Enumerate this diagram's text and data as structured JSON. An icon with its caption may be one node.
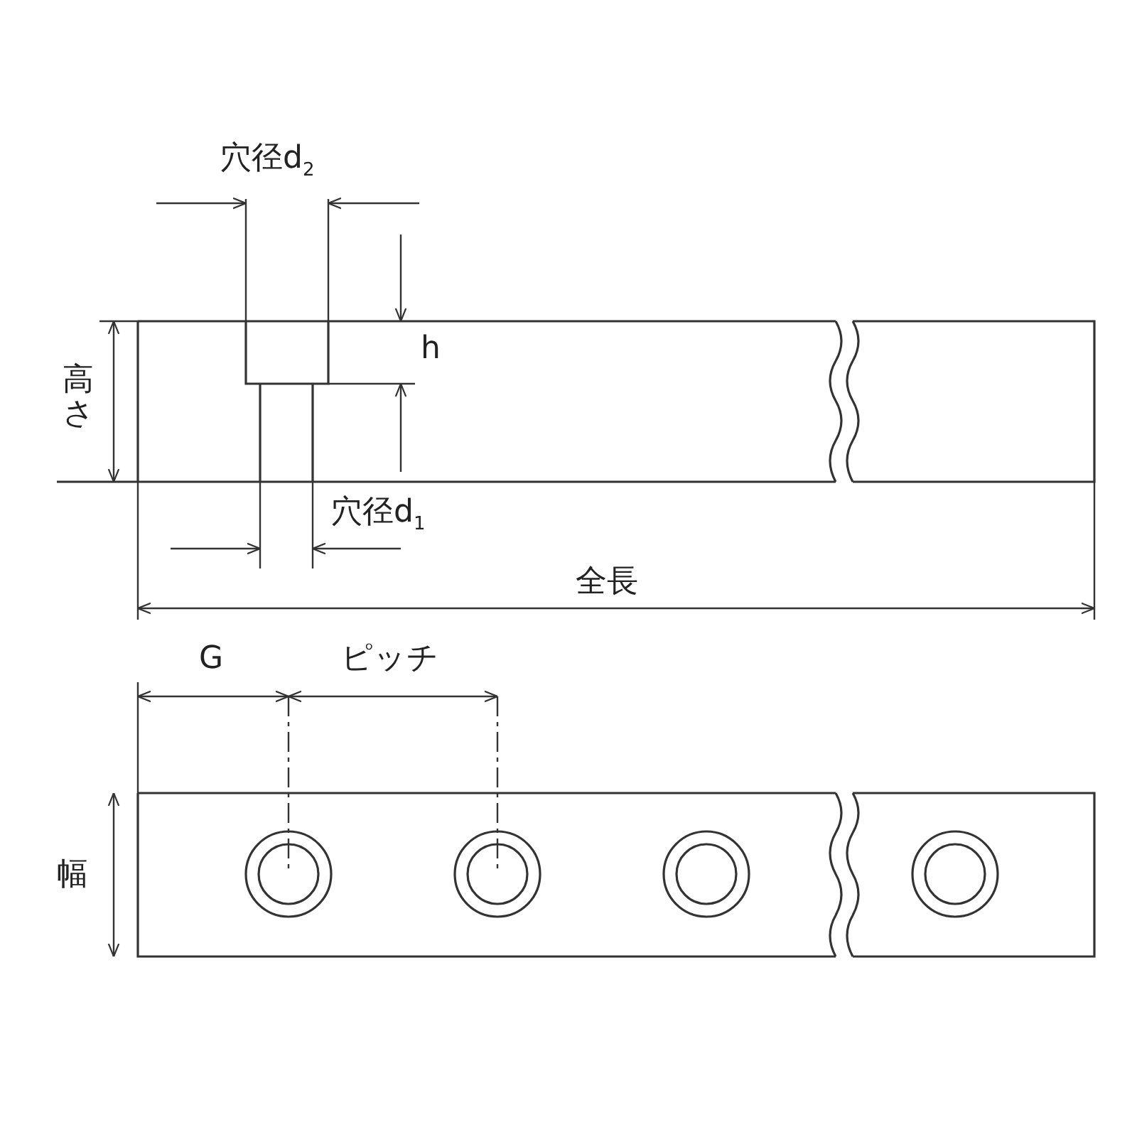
{
  "diagram": {
    "labels": [
      "穴径d$_{2}$",
      "h",
      "高さ",
      "穴径d$_{1}$",
      "全長",
      "G",
      "ピッチ",
      "幅"
    ]
  }
}
